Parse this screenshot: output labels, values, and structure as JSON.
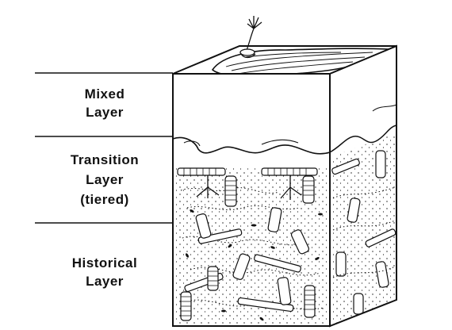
{
  "layers": {
    "mixed": {
      "line1": "Mixed",
      "line2": "Layer"
    },
    "transition": {
      "line1": "Transition",
      "line2": "Layer",
      "line3": "(tiered)"
    },
    "historical": {
      "line1": "Historical",
      "line2": "Layer"
    }
  },
  "colors": {
    "ink": "#111111",
    "paper": "#ffffff"
  },
  "icons": [
    "sea-pen-organism",
    "vertical-burrow",
    "horizontal-burrow",
    "shell-fragment"
  ]
}
